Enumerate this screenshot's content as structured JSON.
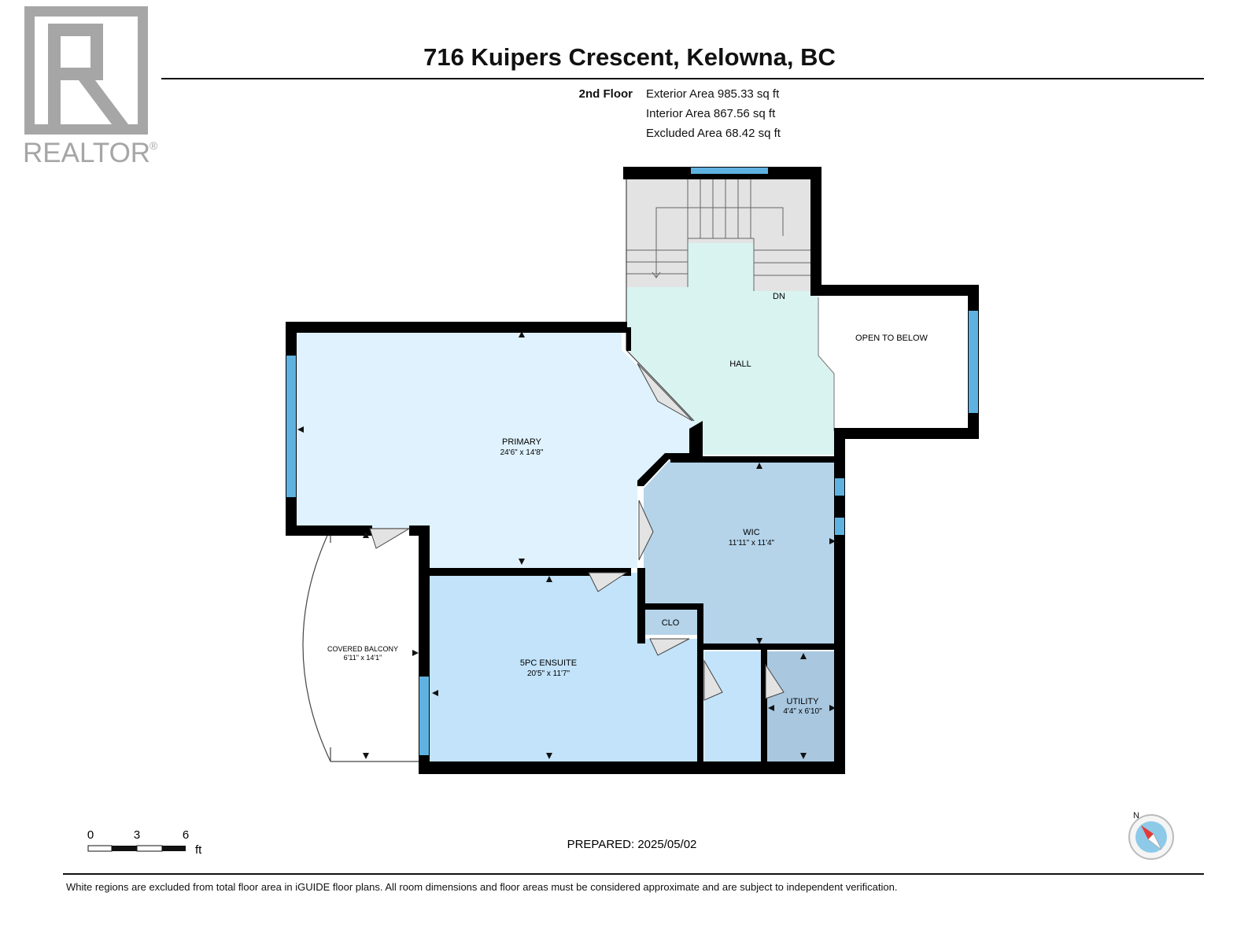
{
  "logo": {
    "text": "REALTOR",
    "mark": "®",
    "icon": "realtor-r-icon"
  },
  "title": "716 Kuipers Crescent, Kelowna, BC",
  "floor": {
    "label": "2nd Floor",
    "areas": [
      "Exterior Area 985.33 sq ft",
      "Interior Area 867.56 sq ft",
      "Excluded Area 68.42 sq ft"
    ]
  },
  "rooms": {
    "primary": {
      "name": "PRIMARY",
      "dims": "24'6\" x 14'8\""
    },
    "hall": {
      "name": "HALL"
    },
    "open_to_below": {
      "name": "OPEN TO BELOW"
    },
    "wic": {
      "name": "WIC",
      "dims": "11'11\" x 11'4\""
    },
    "ensuite": {
      "name": "5PC ENSUITE",
      "dims": "20'5\" x 11'7\""
    },
    "clo": {
      "name": "CLO"
    },
    "utility": {
      "name": "UTILITY",
      "dims": "4'4\" x 6'10\""
    },
    "balcony": {
      "name": "COVERED BALCONY",
      "dims": "6'11\" x 14'1\""
    },
    "stairs": {
      "label": "DN"
    }
  },
  "scale": {
    "ticks": [
      "0",
      "3",
      "6"
    ],
    "unit": "ft"
  },
  "compass": {
    "label": "N",
    "icon": "compass-icon"
  },
  "prepared": "PREPARED: 2025/05/02",
  "footer": "White regions are excluded from total floor area in iGUIDE floor plans. All room dimensions and floor areas must be considered approximate and are subject to independent verification.",
  "colors": {
    "primary": "#dff2fd",
    "hall": "#d9f3f1",
    "wic": "#b5d4ea",
    "ensuite": "#c2e3fa",
    "utility": "#a9c8e0",
    "stairs": "#e3e3e3",
    "window": "#5fb2e0",
    "wall": "#000000",
    "logo": "#a6a6a6"
  }
}
